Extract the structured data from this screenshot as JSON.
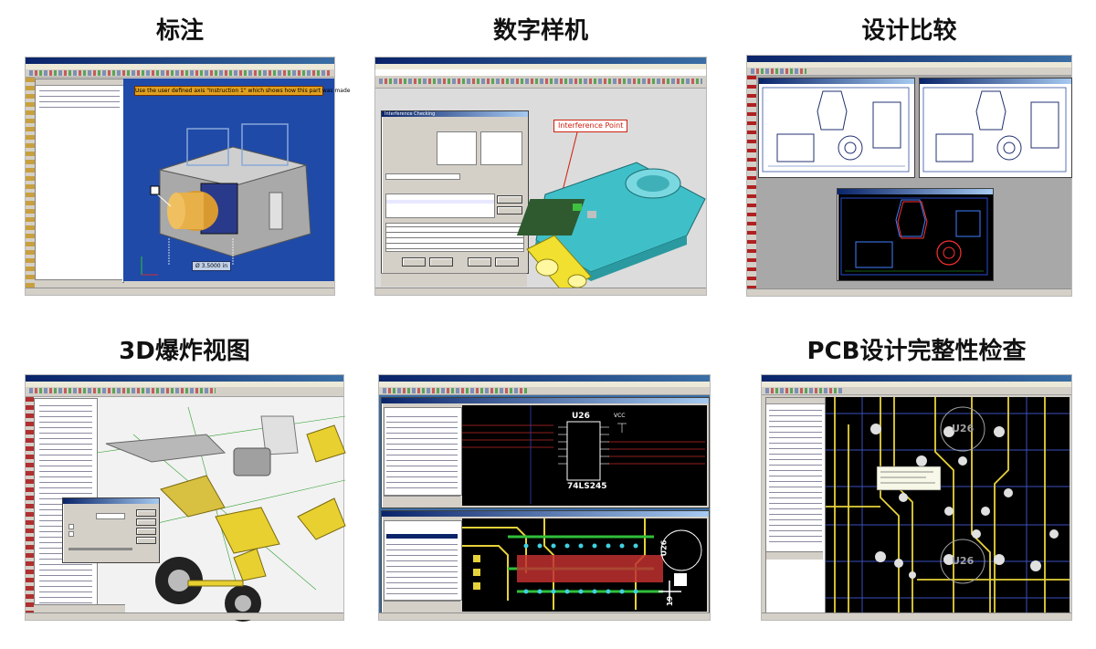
{
  "captions": {
    "annotation": "标注",
    "digital_prototype": "数字样机",
    "design_compare": "设计比较",
    "exploded_view": "3D爆炸视图",
    "ecad": "",
    "pcb_integrity": "PCB设计完整性检查"
  },
  "screens": {
    "annotation": {
      "note": "Use the user defined axis \"Instruction 1\" which shows how this part was made",
      "dimension": "Ø 3.5000 in"
    },
    "digital_prototype": {
      "callout": "Interference Point",
      "dialog_title": "Interference Checking"
    },
    "ecad": {
      "chip_label": "U26",
      "chip_part": "74LS245",
      "vcc": "VCC",
      "board_label": "U26",
      "pin_label": "19"
    },
    "pcb_integrity": {
      "board_label_1": "U26",
      "board_label_2": "U26"
    }
  },
  "colors": {
    "cad_blue": "#1f4aa8",
    "cad_bg_gray": "#c9c9c9",
    "pcb_black": "#000000",
    "trace_yellow": "#e6d23a",
    "trace_green": "#2fbf3a",
    "callout_red": "#d02010"
  }
}
